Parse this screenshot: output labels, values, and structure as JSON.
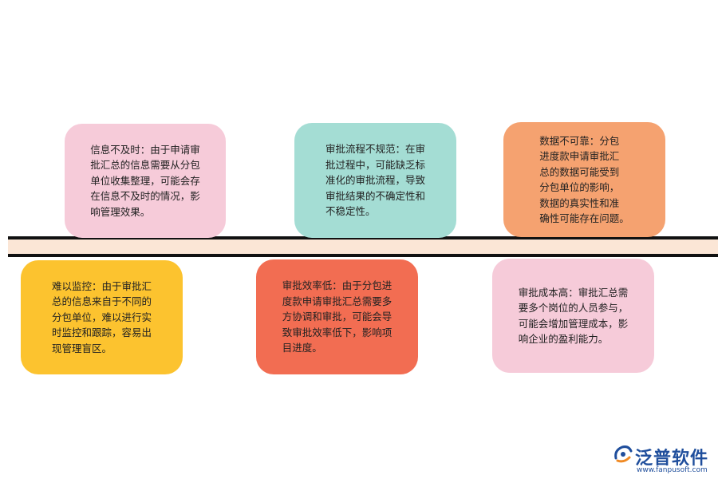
{
  "cards": [
    {
      "id": "c1",
      "color": "#f6cbd9",
      "text": "信息不及时：由于申请审\n批汇总的信息需要从分包\n单位收集整理，可能会存\n在信息不及时的情况，影\n响管理效果。"
    },
    {
      "id": "c2",
      "color": "#a4ddd4",
      "text": "审批流程不规范：在审\n批过程中，可能缺乏标\n准化的审批流程，导致\n审批结果的不确定性和\n不稳定性。"
    },
    {
      "id": "c3",
      "color": "#f5a270",
      "text": "数据不可靠：分包\n进度款申请审批汇\n总的数据可能受到\n分包单位的影响，\n数据的真实性和准\n确性可能存在问题。"
    },
    {
      "id": "c4",
      "color": "#fcc32f",
      "text": "难以监控：由于审批汇\n总的信息来自于不同的\n分包单位，难以进行实\n时监控和跟踪，容易出\n现管理盲区。"
    },
    {
      "id": "c5",
      "color": "#f26d52",
      "text": "审批效率低：由于分包进\n度款申请审批汇总需要多\n方协调和审批，可能会导\n致审批效率低下，影响项\n目进度。"
    },
    {
      "id": "c6",
      "color": "#f6cbd9",
      "text": "审批成本高：审批汇总需\n要多个岗位的人员参与，\n可能会增加管理成本，影\n响企业的盈利能力。"
    }
  ],
  "logo": {
    "name": "泛普软件",
    "url": "www.fanpusoft.com",
    "icon": "fanpu-logo-icon"
  }
}
